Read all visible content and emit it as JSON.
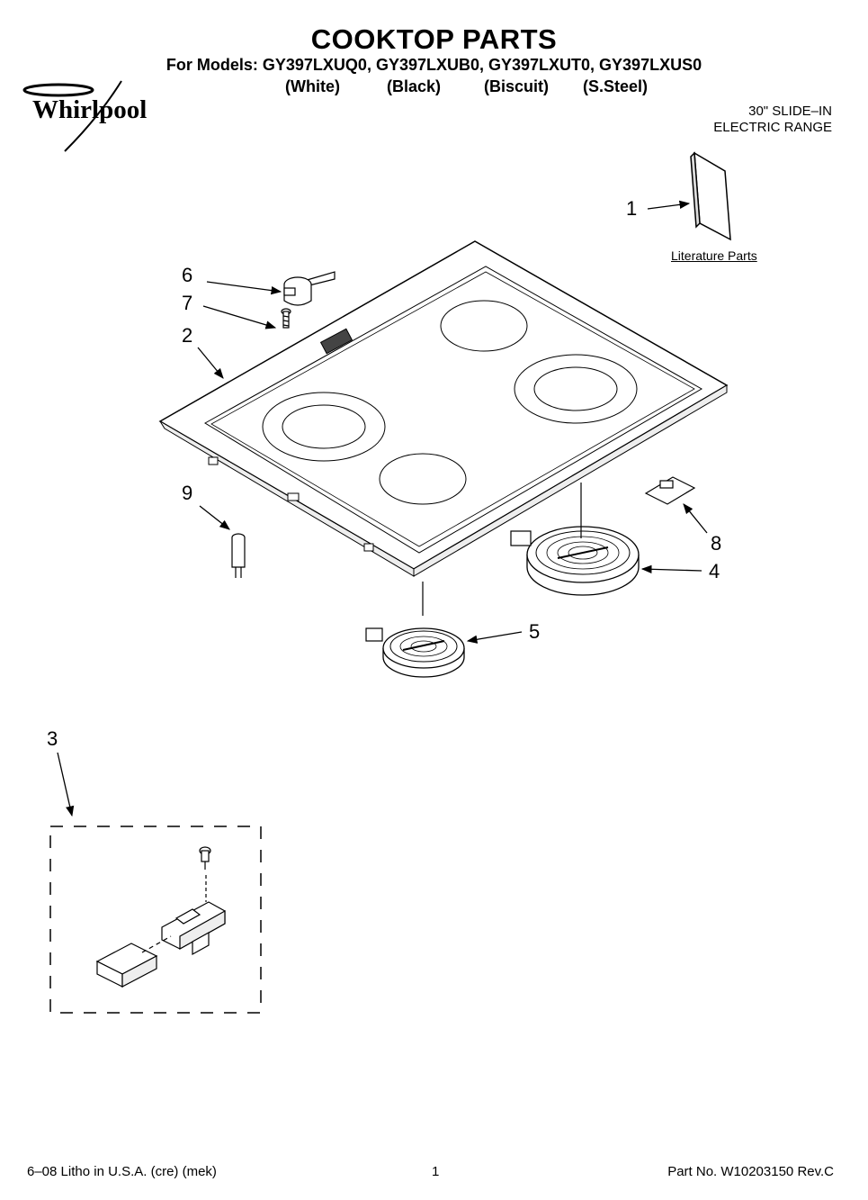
{
  "header": {
    "title": "COOKTOP PARTS",
    "models_line": "For Models: GY397LXUQ0, GY397LXUB0, GY397LXUT0, GY397LXUS0",
    "colors": [
      "(White)",
      "(Black)",
      "(Biscuit)",
      "(S.Steel)"
    ]
  },
  "brand": {
    "name": "Whirlpool"
  },
  "product": {
    "line1": "30\" SLIDE–IN",
    "line2": "ELECTRIC RANGE"
  },
  "literature_label": "Literature Parts",
  "callouts": [
    "1",
    "2",
    "3",
    "4",
    "5",
    "6",
    "7",
    "8",
    "9"
  ],
  "footer": {
    "left": "6–08 Litho in U.S.A. (cre) (mek)",
    "center": "1",
    "right": "Part No. W10203150 Rev.C"
  }
}
